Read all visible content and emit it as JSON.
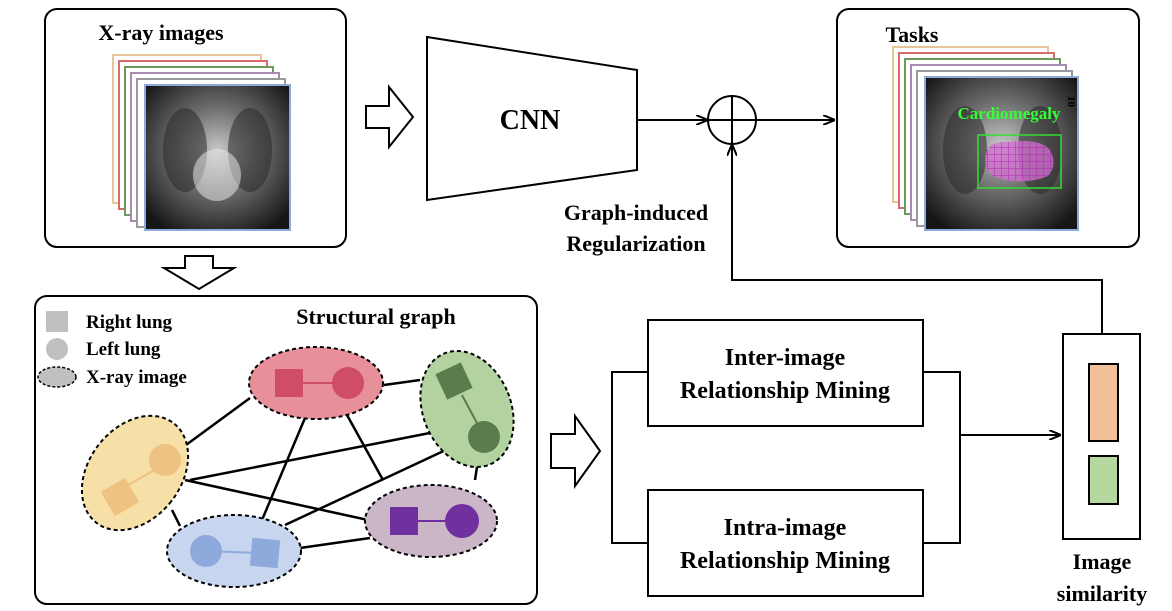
{
  "xray_panel": {
    "title": "X-ray images"
  },
  "cnn": {
    "label": "CNN"
  },
  "tasks_panel": {
    "title": "Tasks",
    "finding_label": "Cardiomegaly",
    "image_marker": "10"
  },
  "regularization": {
    "line1": "Graph-induced",
    "line2": "Regularization"
  },
  "graph_panel": {
    "title": "Structural graph",
    "legend": [
      "Right lung",
      "Left lung",
      "X-ray image"
    ]
  },
  "mining": {
    "inter_line1": "Inter-image",
    "inter_line2": "Relationship Mining",
    "intra_line1": "Intra-image",
    "intra_line2": "Relationship Mining"
  },
  "similarity": {
    "line1": "Image",
    "line2": "similarity"
  },
  "colors": {
    "pink": "#e8909a",
    "pink_dark": "#cf4d65",
    "green": "#b2d3a0",
    "green_dark": "#5a7d4e",
    "yellow": "#f7dfa8",
    "yellow_dark": "#eec382",
    "blue": "#c7d5ef",
    "blue_dark": "#8ea9dc",
    "purple": "#cbb6c8",
    "purple_dark": "#7030a0",
    "similarity_orange": "#f4bf9b",
    "similarity_green": "#b6d7a0",
    "cardiomegaly": "#33ff33",
    "heat": "#cc33cc"
  }
}
